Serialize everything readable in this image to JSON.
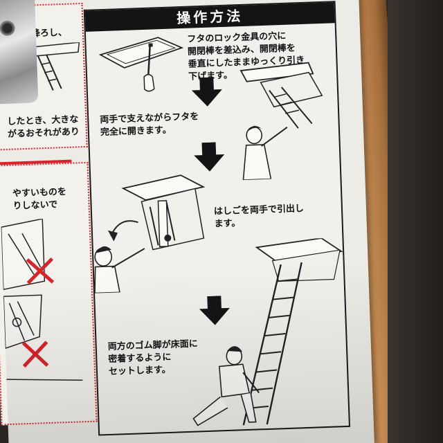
{
  "panel": {
    "title": "操作方法"
  },
  "steps": [
    {
      "text": "フタのロック金具の穴に\n開閉棒を差込み、開閉棒を\n垂直にしたままゆっくり引き\n下げます。"
    },
    {
      "text": "両手で支えながらフタを\n完全に開きます。"
    },
    {
      "text": "はしごを両手で引出し\nます。"
    },
    {
      "text": "両方のゴム脚が床面に\n密着するように\nセットします。"
    }
  ],
  "warning_left": {
    "box1_lines": "を降ろし、",
    "box1_bottom": "したとき、大きな\nがるおそれがあり",
    "box2_lines": "やすいものを\nりしないで"
  },
  "colors": {
    "paper": "#ecebe6",
    "ink": "#141414",
    "warning_red": "#d8232a",
    "wood": "#b27a44"
  }
}
